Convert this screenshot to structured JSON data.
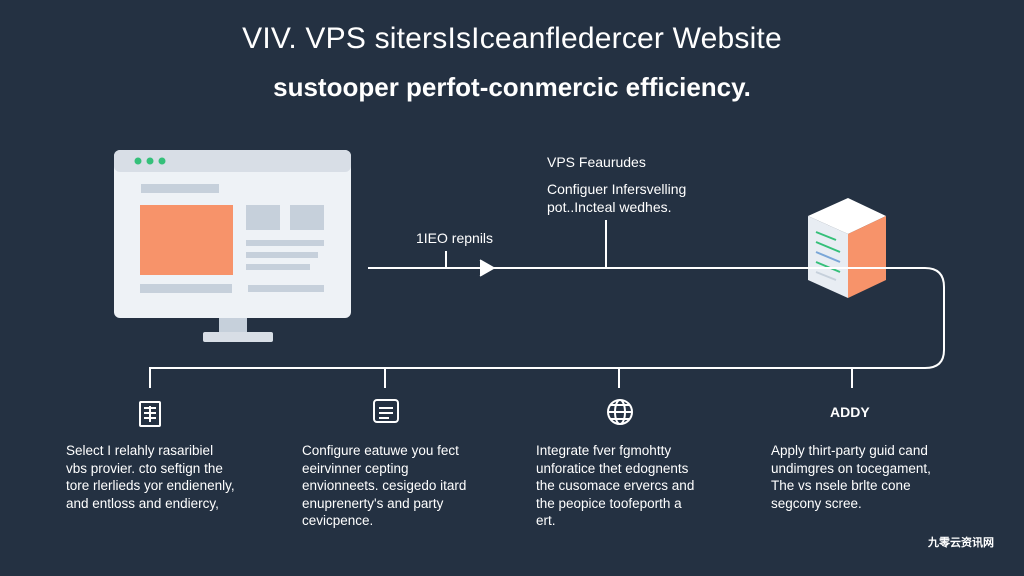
{
  "header": {
    "title": "VIV. VPS sitersIsIceanfledercer Website",
    "subtitle": "sustooper perfot-conmercic efficiency."
  },
  "features": {
    "heading": "VPS Feaurudes",
    "body": "Configuer Infersvelling pot..Incteal wedhes."
  },
  "seo_label": "1IEO repnils",
  "steps": [
    {
      "icon": "document-icon",
      "text": "Select I relahly rasaribiel\nvbs provier. cto seftign the\ntore rlerlieds yor endienenly,\nand entloss and endiercy,"
    },
    {
      "icon": "browser-window-icon",
      "text": "Configure eatuwe you fect\neeirvinner cepting\nenvionneets. cesigedo itard\nenuprenerty's and party\ncevicpence."
    },
    {
      "icon": "globe-icon",
      "text": "Integrate fver fgmohtty\nunforatice thet edognents\nthe cusomace ervercs and\nthe peopice toofeporth a\nert."
    },
    {
      "icon": "",
      "text": "Apply thirt-party guid cand\nundimgres on tocegament,\nThe vs nsele brlte cone\nsegcony scree."
    }
  ],
  "addy_label": "ADDY",
  "watermark": "九零云资讯网",
  "colors": {
    "background": "#243142",
    "accent_orange": "#f7936a",
    "window_light": "#eef2f6",
    "window_bar": "#d8dee6",
    "green_dot": "#35c07a",
    "line": "#ffffff"
  }
}
